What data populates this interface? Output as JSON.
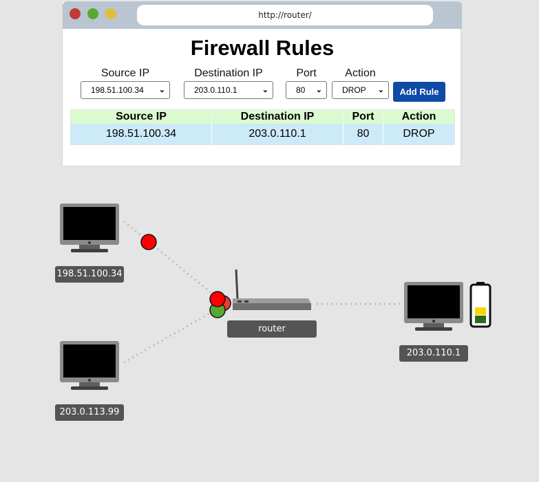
{
  "browser": {
    "url": "http://router/",
    "title": "Firewall Rules"
  },
  "form": {
    "source_ip": {
      "label": "Source IP",
      "value": "198.51.100.34"
    },
    "destination_ip": {
      "label": "Destination IP",
      "value": "203.0.110.1"
    },
    "port": {
      "label": "Port",
      "value": "80"
    },
    "action": {
      "label": "Action",
      "value": "DROP"
    },
    "add_button": "Add Rule"
  },
  "table": {
    "headers": [
      "Source IP",
      "Destination IP",
      "Port",
      "Action"
    ],
    "rows": [
      [
        "198.51.100.34",
        "203.0.110.1",
        "80",
        "DROP"
      ]
    ]
  },
  "network": {
    "hosts": [
      {
        "label": "198.51.100.34"
      },
      {
        "label": "203.0.113.99"
      },
      {
        "label": "203.0.110.1"
      }
    ],
    "router": {
      "label": "router"
    },
    "battery_level": 0.45,
    "colors": {
      "packet_drop": "#ff0000",
      "packet_ok": "#5aa834",
      "battery_yellow": "#f5d800",
      "battery_green": "#2c6a1a"
    }
  }
}
